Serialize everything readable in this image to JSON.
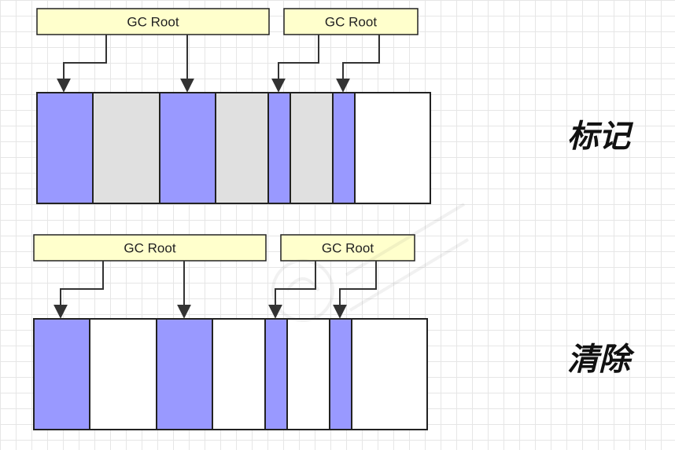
{
  "root_label": "GC Root",
  "stages": [
    {
      "label": "标记",
      "cells": [
        "live",
        "dead",
        "live",
        "dead",
        "live",
        "dead",
        "live",
        "free"
      ]
    },
    {
      "label": "清除",
      "cells": [
        "live",
        "free",
        "live",
        "free",
        "live",
        "free",
        "live",
        "free"
      ]
    }
  ],
  "colors": {
    "live": "#9999ff",
    "dead": "#e0e0e0",
    "free": "#ffffff",
    "root_fill": "#ffffcc",
    "stroke": "#222222"
  }
}
